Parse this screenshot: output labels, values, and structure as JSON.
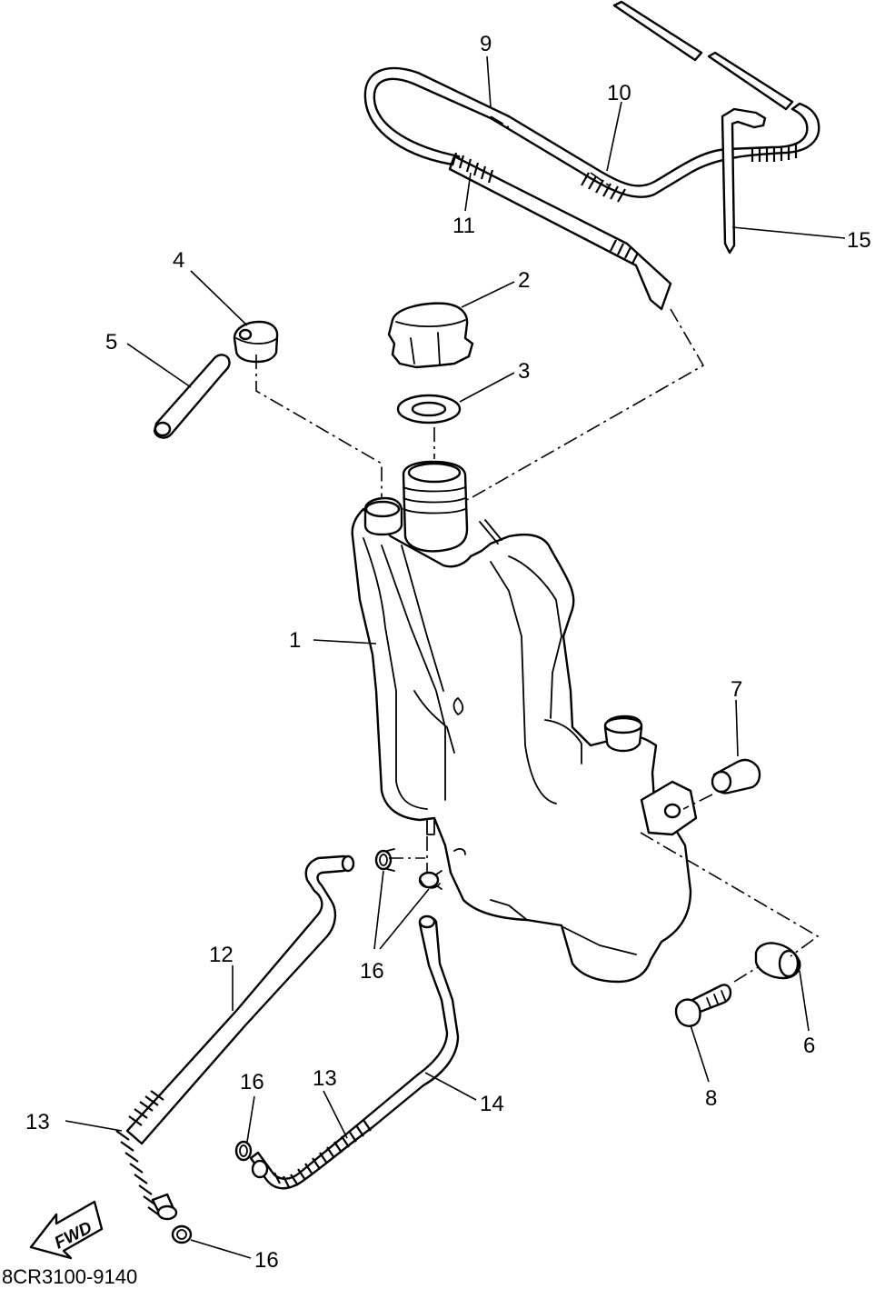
{
  "diagram": {
    "drawing_code": "8CR3100-9140",
    "direction_label": "FWD",
    "callouts": [
      "1",
      "2",
      "3",
      "4",
      "5",
      "6",
      "7",
      "8",
      "9",
      "10",
      "11",
      "12",
      "13",
      "13",
      "14",
      "15",
      "16",
      "16",
      "16"
    ]
  }
}
